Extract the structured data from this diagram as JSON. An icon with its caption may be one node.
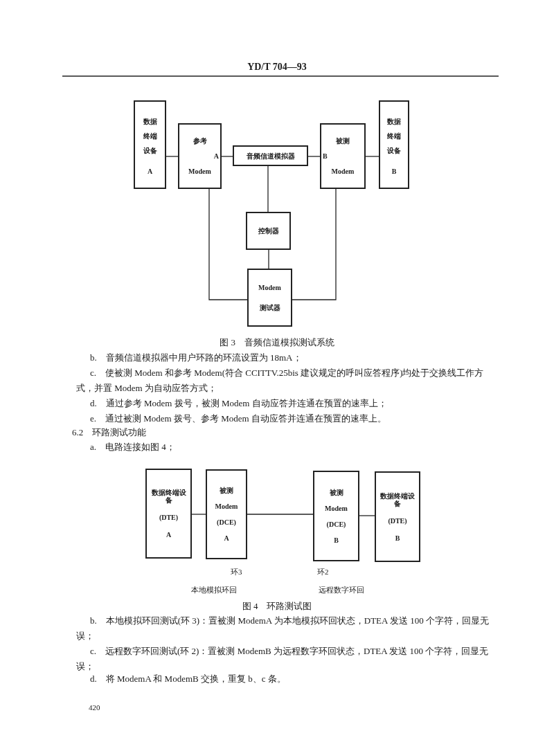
{
  "diagram": {
    "nodes": [
      {
        "text": [
          "数据终端设备",
          "A"
        ]
      },
      {
        "text": [
          "参考",
          "A",
          "Modem"
        ]
      },
      {
        "text": [
          "音频信道模拟器"
        ]
      },
      {
        "text": [
          "被测",
          "B",
          "Modem"
        ]
      },
      {
        "text": [
          "数据终端设备",
          "B"
        ]
      },
      {
        "text": [
          "控制器"
        ]
      },
      {
        "text": [
          "Modem",
          "测试器"
        ]
      },
      {
        "text": [
          "数据终端设备",
          "(DTE)",
          "A"
        ]
      },
      {
        "text": [
          "被测",
          "Modem",
          "(DCE)",
          "A"
        ]
      },
      {
        "text": [
          "被测",
          "Modem",
          "(DCE)",
          "B"
        ]
      },
      {
        "text": [
          "数据终端设备",
          "(DTE)",
          "B"
        ]
      }
    ],
    "edges": [
      {
        "from": 0,
        "to": 1,
        "arrow": "none"
      },
      {
        "from": 1,
        "to": 2,
        "arrow": "none"
      },
      {
        "from": 2,
        "to": 3,
        "arrow": "none"
      },
      {
        "from": 3,
        "to": 4,
        "arrow": "none"
      },
      {
        "from": 2,
        "to": 5,
        "arrow": "none"
      },
      {
        "from": 5,
        "to": 6,
        "arrow": "none"
      },
      {
        "from": 1,
        "to": 6,
        "arrow": "none"
      },
      {
        "from": 3,
        "to": 6,
        "arrow": "none"
      },
      {
        "from": 7,
        "to": 8,
        "arrow": "none"
      },
      {
        "from": 8,
        "to": 9,
        "arrow": "none"
      },
      {
        "from": 9,
        "to": 10,
        "arrow": "none"
      }
    ],
    "labels": [
      "YD/T 704—93",
      "图 3　音频信道模拟测试系统",
      "b.　音频信道模拟器中用户环路的环流设置为 18mA；",
      "c.　使被测 Modem 和参考 Modem(符合 CCITTV.25bis 建议规定的呼叫应答程序)均处于交换线工作方式，并置 Modem 为自动应答方式；",
      "d.　通过参考 Modem 拨号，被测 Modem 自动应答并连通在预置的速率上；",
      "e.　通过被测 Modem 拨号、参考 Modem 自动应答并连通在预置的速率上。",
      "6.2　环路测试功能",
      "a.　电路连接如图 4；",
      "环3",
      "环2",
      "本地模拟环回",
      "远程数字环回",
      "图 4　环路测试图",
      "b.　本地模拟环回测试(环 3)：置被测 ModemA 为本地模拟环回状态，DTEA 发送 100 个字符，回显无误；",
      "c.　远程数字环回测试(环 2)：置被测 ModemB 为远程数字环回状态，DTEA 发送 100 个字符，回显无误；",
      "d.　将 ModemA 和 ModemB 交换，重复 b、c 条。",
      "420"
    ]
  }
}
